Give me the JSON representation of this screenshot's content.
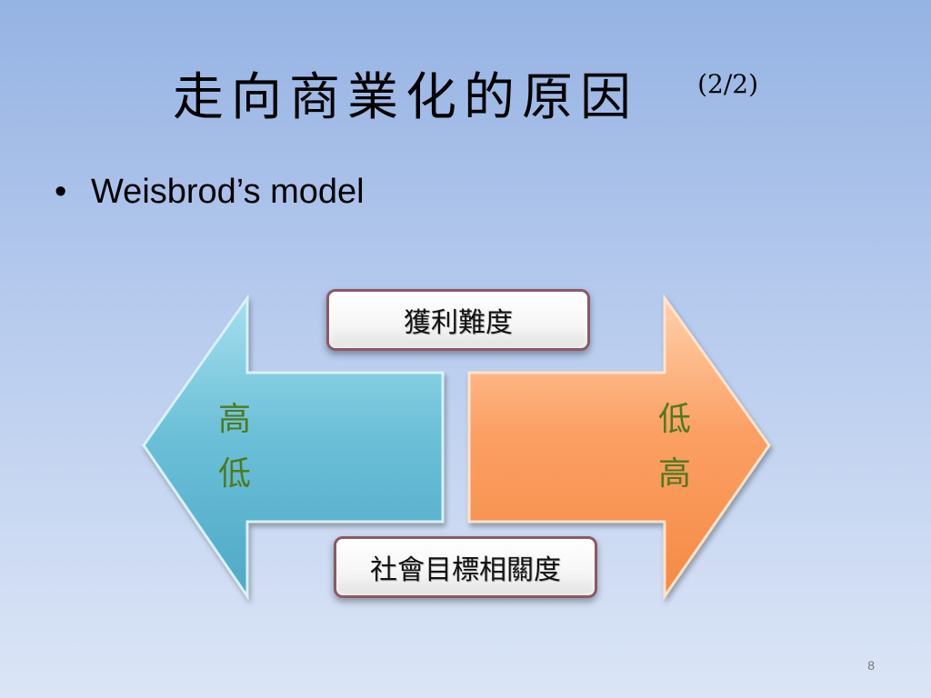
{
  "slide": {
    "title": "走向商業化的原因",
    "title_suffix": "(2/2)",
    "bullet": "Weisbrod’s model",
    "page_number": "8"
  },
  "diagram": {
    "top_label": "獲利難度",
    "bottom_label": "社會目標相關度",
    "left_arrow": {
      "line1": "高",
      "line2": "低",
      "color": "#68bcd6"
    },
    "right_arrow": {
      "line1": "低",
      "line2": "高",
      "color": "#fba064"
    }
  }
}
